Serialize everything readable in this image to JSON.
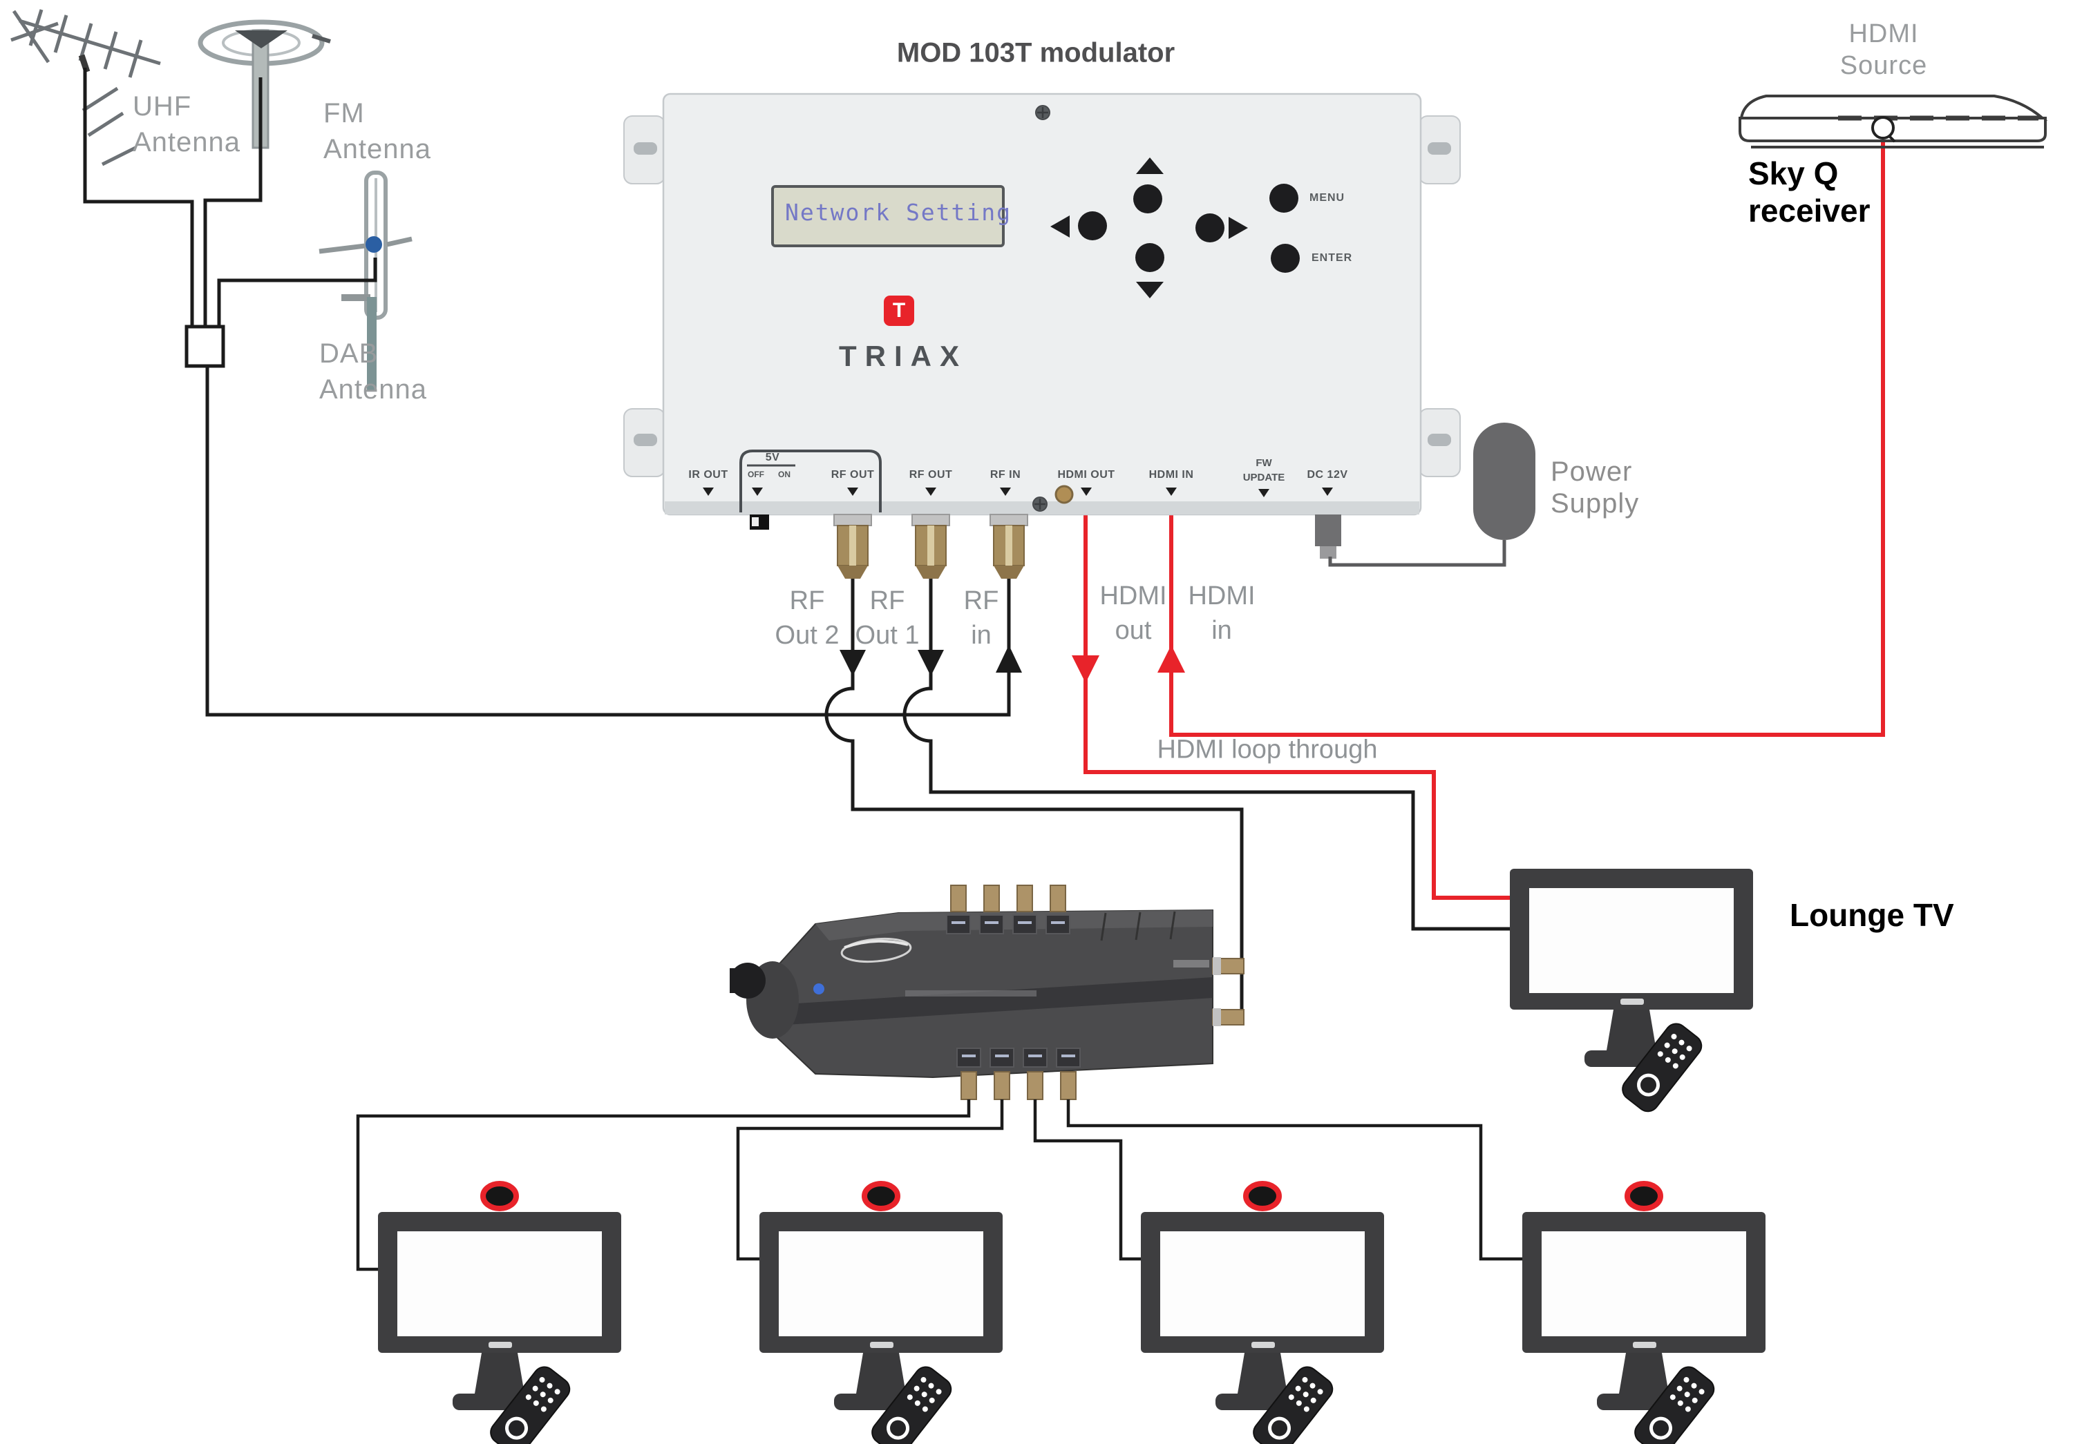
{
  "title": "MOD 103T modulator",
  "modulator": {
    "lcd_text": "Network Setting",
    "brand_initial": "T",
    "brand_name": "TRIAX",
    "menu_label": "MENU",
    "enter_label": "ENTER",
    "ports": {
      "ir_out": "IR OUT",
      "v5": "5V",
      "off": "OFF",
      "on": "ON",
      "rf_out_a": "RF OUT",
      "rf_out_b": "RF OUT",
      "rf_in": "RF IN",
      "hdmi_out": "HDMI OUT",
      "hdmi_in": "HDMI IN",
      "fw_update": "FW\nUPDATE",
      "dc_12v": "DC 12V"
    }
  },
  "connections": {
    "rf_out_2": "RF\nOut 2",
    "rf_out_1": "RF\nOut 1",
    "rf_in": "RF\nin",
    "hdmi_out": "HDMI\nout",
    "hdmi_in": "HDMI\nin",
    "hdmi_loop": "HDMI loop through"
  },
  "antennas": {
    "uhf": "UHF\nAntenna",
    "fm": "FM\nAntenna",
    "dab": "DAB\nAntenna"
  },
  "source": {
    "type_label": "HDMI\nSource",
    "name": "Sky Q\nreceiver"
  },
  "power": {
    "label": "Power\nSupply"
  },
  "rooms": {
    "lounge_tv": "Lounge TV"
  },
  "colors": {
    "hdmi_cable": "#e8232a",
    "rf_cable": "#1b1b1b",
    "brand_red": "#e8232a",
    "lcd_text": "#7478c6",
    "label_gray": "#999c9e"
  }
}
